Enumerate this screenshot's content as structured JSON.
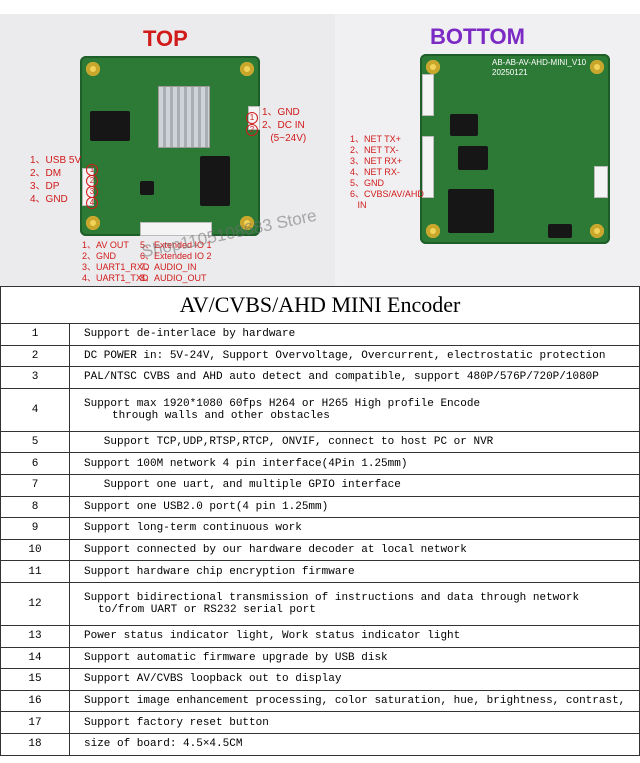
{
  "photos": {
    "top_title": "TOP",
    "bottom_title": "BOTTOM",
    "top_title_color": "#d11a1a",
    "bottom_title_color": "#7b2ac4",
    "top_right_labels": "1、GND\n2、DC IN\n   (5~24V)",
    "top_left_labels": "1、USB 5V\n2、DM\n3、DP\n4、GND",
    "top_bottom_labels_left": "1、AV OUT\n2、GND\n3、UART1_RXD\n4、UART1_TXD",
    "top_bottom_labels_right": "5、Extended IO 1\n6、Extended IO 2\n7、AUDIO_IN\n8、AUDIO_OUT",
    "bottom_left_labels": "1、NET TX+\n2、NET TX-\n3、NET RX+\n4、NET RX-\n5、GND\n6、CVBS/AV/AHD\n   IN",
    "bottom_board_text": "AB-AB-AV-AHD-MINI_V10\n20250121",
    "pin1": "1",
    "pin2": "2",
    "pin3": "3",
    "pin4": "4",
    "watermark": "Shop1105108683 Store"
  },
  "spec": {
    "title": "AV/CVBS/AHD MINI Encoder",
    "rows": [
      {
        "n": "1",
        "t": "Support de-interlace  by hardware"
      },
      {
        "n": "2",
        "t": "DC POWER in: 5V-24V,  Support Overvoltage, Overcurrent, electrostatic protection"
      },
      {
        "n": "3",
        "t": "PAL/NTSC CVBS and AHD auto detect and compatible, support 480P/576P/720P/1080P"
      },
      {
        "n": "4",
        "t": "Support max 1920*1080 60fps H264 or H265 High profile Encode",
        "t2": "through walls and other obstacles"
      },
      {
        "n": "5",
        "t": "   Support TCP,UDP,RTSP,RTCP, ONVIF, connect to host PC or NVR"
      },
      {
        "n": "6",
        "t": "Support 100M network 4 pin interface(4Pin 1.25mm)"
      },
      {
        "n": "7",
        "t": "   Support one uart, and multiple GPIO interface"
      },
      {
        "n": "8",
        "t": "Support one USB2.0 port(4 pin 1.25mm)"
      },
      {
        "n": "9",
        "t": "Support long-term continuous work"
      },
      {
        "n": "10",
        "t": "Support connected by our hardware decoder at local network"
      },
      {
        "n": "11",
        "t": "Support hardware chip encryption firmware"
      },
      {
        "n": "12",
        "t": "Support bidirectional transmission of instructions and data through network",
        "t2": "to/from UART or RS232 serial port"
      },
      {
        "n": "13",
        "t": "Power status indicator light, Work status indicator light"
      },
      {
        "n": "14",
        "t": "Support automatic firmware upgrade by USB disk"
      },
      {
        "n": "15",
        "t": "Support AV/CVBS loopback out to display"
      },
      {
        "n": "16",
        "t": "Support image enhancement processing, color saturation, hue, brightness, contrast,"
      },
      {
        "n": "17",
        "t": "Support factory reset button"
      },
      {
        "n": "18",
        "t": "size of board:  4.5×4.5CM"
      }
    ]
  }
}
